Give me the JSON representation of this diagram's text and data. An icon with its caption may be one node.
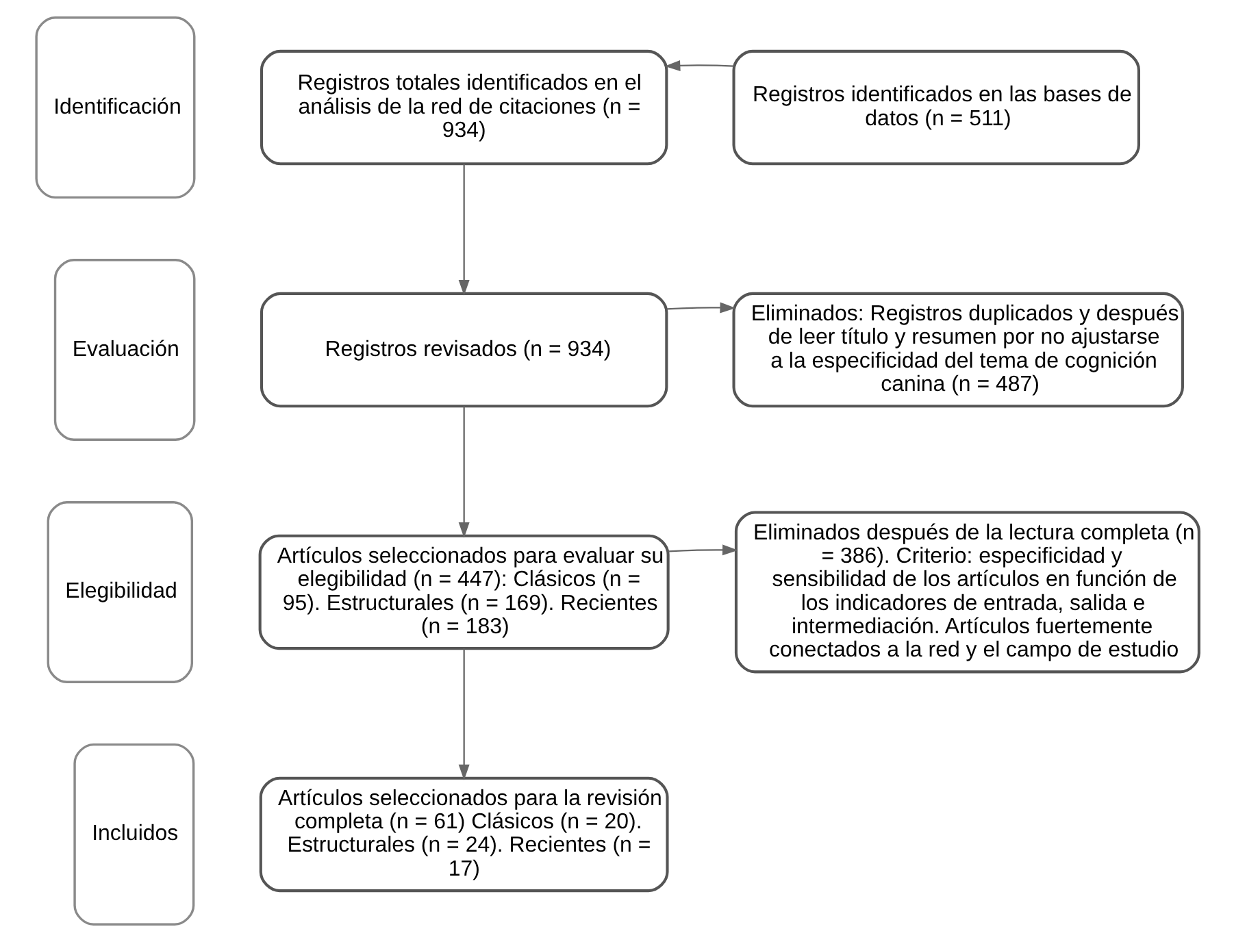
{
  "diagram": {
    "nodes": [
      {
        "text": [
          "Identificación"
        ]
      },
      {
        "text": [
          "Registros totales identificados en el análisis de la red de citaciones (n = 934)"
        ]
      },
      {
        "text": [
          "Registros identificados en las bases de datos (n = 511)"
        ]
      },
      {
        "text": [
          "Evaluación"
        ]
      },
      {
        "text": [
          "Registros revisados (n = 934)"
        ]
      },
      {
        "text": [
          "Eliminados: Registros duplicados y después de leer título y resumen por no ajustarse a la especificidad del tema de cognición canina (n = 487)"
        ]
      },
      {
        "text": [
          "Elegibilidad"
        ]
      },
      {
        "text": [
          "Artículos seleccionados para evaluar su elegibilidad (n = 447): Clásicos (n = 95). Estructurales (n = 169). Recientes (n = 183)"
        ]
      },
      {
        "text": [
          "Eliminados después de la lectura completa (n = 386). Criterio: especificidad y sensibilidad de los artículos en función de los indicadores de entrada, salida e intermediación. Artículos fuertemente conectados a la red y el campo de estudio"
        ]
      },
      {
        "text": [
          "Incluidos"
        ]
      },
      {
        "text": [
          "Artículos seleccionados para la revisión completa (n = 61) Clásicos (n = 20). Estructurales (n = 24). Recientes (n = 17)"
        ]
      }
    ],
    "edges": [
      {
        "from": 2,
        "to": 1,
        "arrow": "to"
      },
      {
        "from": 1,
        "to": 4,
        "arrow": "to"
      },
      {
        "from": 4,
        "to": 5,
        "arrow": "to"
      },
      {
        "from": 4,
        "to": 7,
        "arrow": "to"
      },
      {
        "from": 7,
        "to": 8,
        "arrow": "to"
      },
      {
        "from": 7,
        "to": 10,
        "arrow": "to"
      }
    ]
  }
}
